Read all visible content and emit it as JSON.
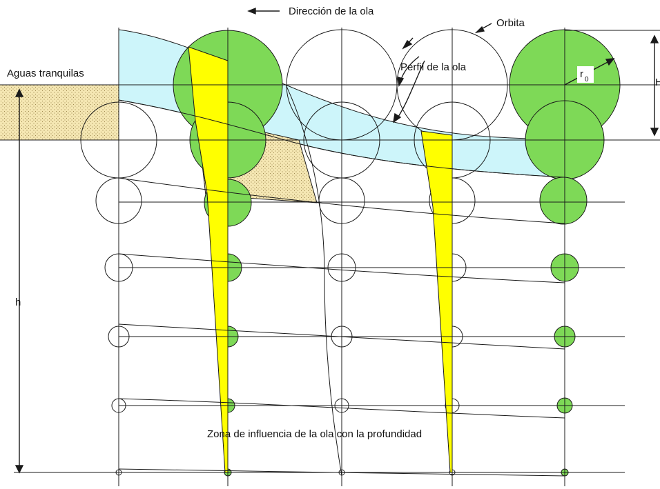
{
  "labels": {
    "wave_direction": "Dirección de la ola",
    "orbit": "Orbita",
    "still_water": "Aguas tranquilas",
    "wave_profile": "Perfil de la ola",
    "radius_symbol": "r",
    "radius_subscript": "0",
    "wave_height": "H",
    "depth": "h",
    "influence_zone": "Zona de influencia de la ola con la profundidad"
  },
  "colors": {
    "green": "#7ed957",
    "yellow": "#ffff00",
    "cyan": "#cdf5fa",
    "sand": "#f5e7b3",
    "stroke": "#1a1a1a"
  }
}
